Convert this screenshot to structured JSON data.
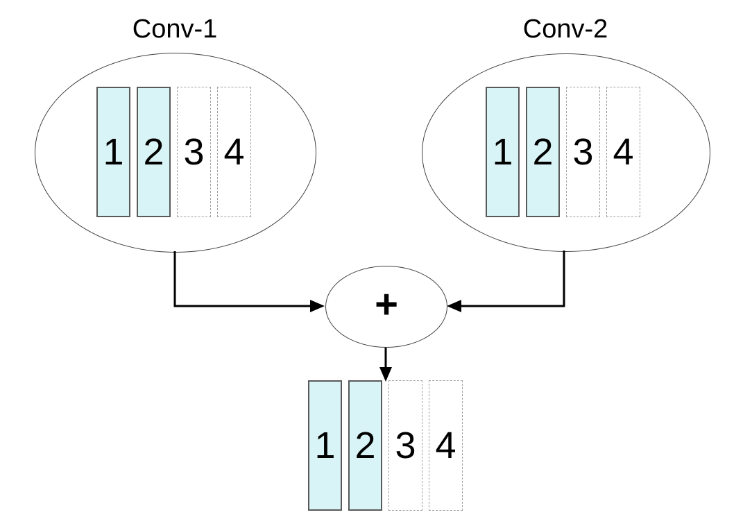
{
  "colors": {
    "bar_fill": "#d9f4f6",
    "bar_border": "#595959",
    "bar_dashed_border": "#a0a0a0",
    "ellipse_border": "#404040",
    "arrow": "#000000",
    "text": "#000000"
  },
  "operator": {
    "label": "+",
    "icon": "plus-icon"
  },
  "groups": {
    "conv1": {
      "title": "Conv-1",
      "bars": [
        {
          "label": "1",
          "state": "filled"
        },
        {
          "label": "2",
          "state": "filled"
        },
        {
          "label": "3",
          "state": "empty"
        },
        {
          "label": "4",
          "state": "empty"
        }
      ]
    },
    "conv2": {
      "title": "Conv-2",
      "bars": [
        {
          "label": "1",
          "state": "filled"
        },
        {
          "label": "2",
          "state": "filled"
        },
        {
          "label": "3",
          "state": "empty"
        },
        {
          "label": "4",
          "state": "empty"
        }
      ]
    },
    "output": {
      "bars": [
        {
          "label": "1",
          "state": "filled"
        },
        {
          "label": "2",
          "state": "filled"
        },
        {
          "label": "3",
          "state": "empty"
        },
        {
          "label": "4",
          "state": "empty"
        }
      ]
    }
  }
}
